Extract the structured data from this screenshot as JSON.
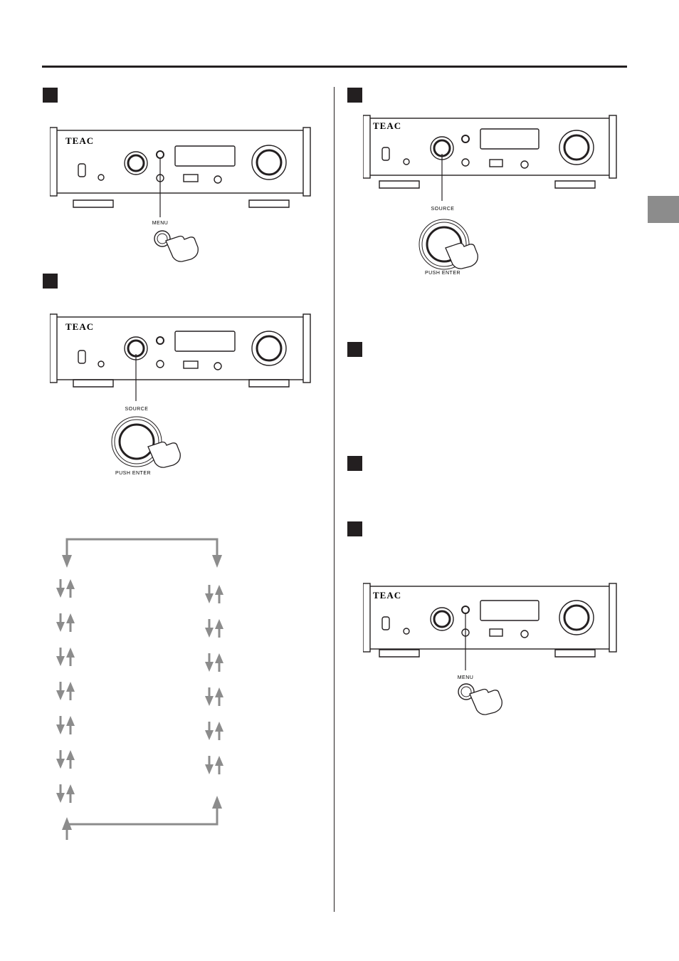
{
  "device": {
    "brand": "TEAC"
  },
  "labels": {
    "menu": "MENU",
    "source": "SOURCE",
    "push_enter": "PUSH ENTER"
  },
  "colors": {
    "ink": "#231f20",
    "arrow": "#8c8c8c",
    "tab": "#8c8c8c"
  }
}
